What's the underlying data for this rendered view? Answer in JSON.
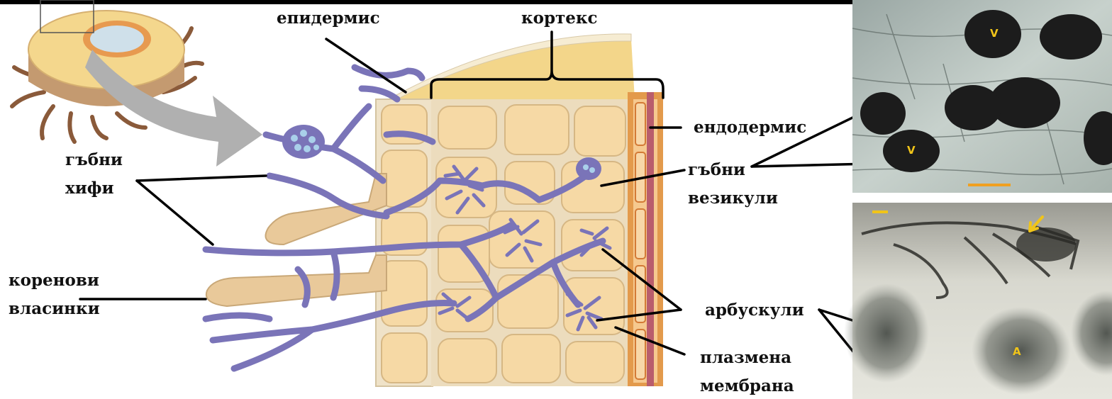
{
  "labels": {
    "epidermis": "епидермис",
    "cortex": "кортекс",
    "endodermis": "ендодермис",
    "hyphae_line1": "гъбни",
    "hyphae_line2": "хифи",
    "vesicles_line1": "гъбни",
    "vesicles_line2": "везикули",
    "root_hairs_line1": "коренови",
    "root_hairs_line2": "власинки",
    "arbuscules": "арбускули",
    "membrane_line1": "плазмена",
    "membrane_line2": "мембрана"
  },
  "micrograph_marks": {
    "vesicle_mark": "V",
    "arbuscule_mark": "A"
  },
  "colors": {
    "hypha": "#7a74b8",
    "cell_wall": "#efe0c4",
    "cell_fill": "#f6d9a5",
    "endodermis": "#e39a4c",
    "scale_bar": "#f0a020"
  }
}
